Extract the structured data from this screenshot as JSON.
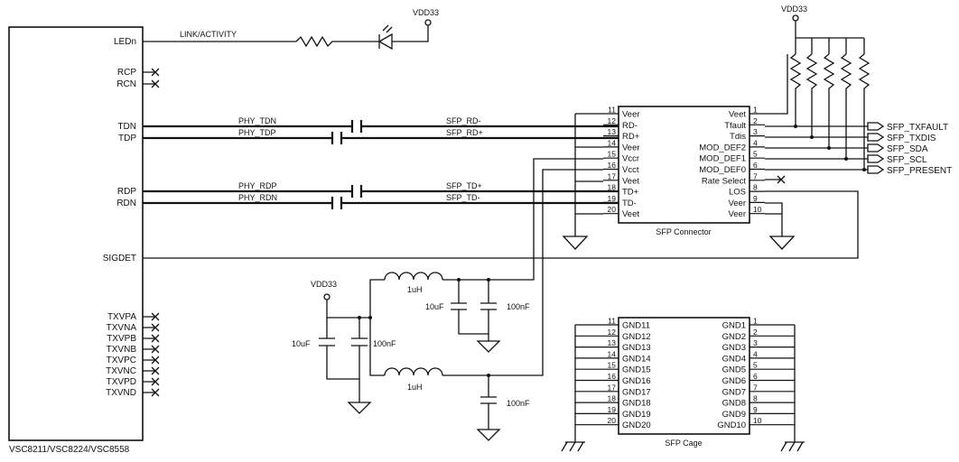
{
  "phy": {
    "part": "VSC8211/VSC8224/VSC8558",
    "pins": {
      "led": "LEDn",
      "rcp": "RCP",
      "rcn": "RCN",
      "tdn": "TDN",
      "tdp": "TDP",
      "rdp": "RDP",
      "rdn": "RDN",
      "sigdet": "SIGDET",
      "txvpa": "TXVPA",
      "txvna": "TXVNA",
      "txvpb": "TXVPB",
      "txvnb": "TXVNB",
      "txvpc": "TXVPC",
      "txvnc": "TXVNC",
      "txvpd": "TXVPD",
      "txvnd": "TXVND"
    }
  },
  "nets": {
    "link_activity": "LINK/ACTIVITY",
    "phy_tdn": "PHY_TDN",
    "phy_tdp": "PHY_TDP",
    "phy_rdp": "PHY_RDP",
    "phy_rdn": "PHY_RDN",
    "sfp_rd_minus": "SFP_RD-",
    "sfp_rd_plus": "SFP_RD+",
    "sfp_td_plus": "SFP_TD+",
    "sfp_td_minus": "SFP_TD-",
    "vdd_led": "VDD33",
    "vdd_pullup": "VDD33",
    "vdd_filter": "VDD33"
  },
  "signals": {
    "txfault": "SFP_TXFAULT",
    "txdis": "SFP_TXDIS",
    "sda": "SFP_SDA",
    "scl": "SFP_SCL",
    "present": "SFP_PRESENT"
  },
  "sfp_connector": {
    "title": "SFP Connector",
    "left_pins": [
      {
        "num": "11",
        "name": "Veer"
      },
      {
        "num": "12",
        "name": "RD-"
      },
      {
        "num": "13",
        "name": "RD+"
      },
      {
        "num": "14",
        "name": "Veer"
      },
      {
        "num": "15",
        "name": "Vccr"
      },
      {
        "num": "16",
        "name": "Vcct"
      },
      {
        "num": "17",
        "name": "Veet"
      },
      {
        "num": "18",
        "name": "TD+"
      },
      {
        "num": "19",
        "name": "TD-"
      },
      {
        "num": "20",
        "name": "Veet"
      }
    ],
    "right_pins": [
      {
        "num": "1",
        "name": "Veet"
      },
      {
        "num": "2",
        "name": "Tfault"
      },
      {
        "num": "3",
        "name": "Tdis"
      },
      {
        "num": "4",
        "name": "MOD_DEF2"
      },
      {
        "num": "5",
        "name": "MOD_DEF1"
      },
      {
        "num": "6",
        "name": "MOD_DEF0"
      },
      {
        "num": "7",
        "name": "Rate Select"
      },
      {
        "num": "8",
        "name": "LOS"
      },
      {
        "num": "9",
        "name": "Veer"
      },
      {
        "num": "10",
        "name": "Veer"
      }
    ]
  },
  "sfp_cage": {
    "title": "SFP Cage",
    "left_pins": [
      {
        "num": "11",
        "name": "GND11"
      },
      {
        "num": "12",
        "name": "GND12"
      },
      {
        "num": "13",
        "name": "GND13"
      },
      {
        "num": "14",
        "name": "GND14"
      },
      {
        "num": "15",
        "name": "GND15"
      },
      {
        "num": "16",
        "name": "GND16"
      },
      {
        "num": "17",
        "name": "GND17"
      },
      {
        "num": "18",
        "name": "GND18"
      },
      {
        "num": "19",
        "name": "GND19"
      },
      {
        "num": "20",
        "name": "GND20"
      }
    ],
    "right_pins": [
      {
        "num": "1",
        "name": "GND1"
      },
      {
        "num": "2",
        "name": "GND2"
      },
      {
        "num": "3",
        "name": "GND3"
      },
      {
        "num": "4",
        "name": "GND4"
      },
      {
        "num": "5",
        "name": "GND5"
      },
      {
        "num": "6",
        "name": "GND6"
      },
      {
        "num": "7",
        "name": "GND7"
      },
      {
        "num": "8",
        "name": "GND8"
      },
      {
        "num": "9",
        "name": "GND9"
      },
      {
        "num": "10",
        "name": "GND10"
      }
    ]
  },
  "components": {
    "l1": "1uH",
    "l2": "1uH",
    "c_10uf_a": "10uF",
    "c_100nf_a": "100nF",
    "c_10uf_b": "10uF",
    "c_100nf_b": "100nF",
    "c_100nf_c": "100nF"
  }
}
